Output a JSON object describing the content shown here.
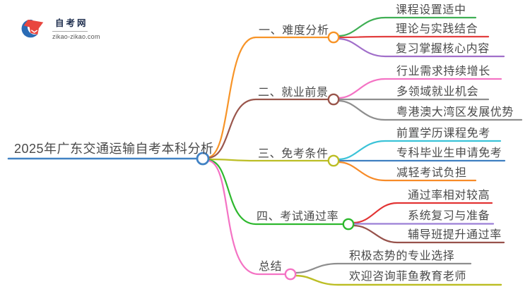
{
  "logo": {
    "title": "自考网",
    "domain": "zikao-zikao.com",
    "icon_blue": "#2a6bb5",
    "icon_red": "#e8463f"
  },
  "mindmap": {
    "root": {
      "label": "2025年广东交通运输自考本科分析",
      "color": "#4182c4"
    },
    "branches": [
      {
        "label": "一、难度分析",
        "color": "#f79428",
        "children": [
          {
            "label": "课程设置适中",
            "color": "#3faf54"
          },
          {
            "label": "理论与实践结合",
            "color": "#e23f3f"
          },
          {
            "label": "复习掌握核心内容",
            "color": "#a16fca"
          }
        ]
      },
      {
        "label": "二、就业前景",
        "color": "#9a564c",
        "children": [
          {
            "label": "行业需求持续增长",
            "color": "#f473c4"
          },
          {
            "label": "多领域就业机会",
            "color": "#8e8e8e"
          },
          {
            "label": "粤港澳大湾区发展优势",
            "color": "#8e8e8e"
          }
        ]
      },
      {
        "label": "三、免考条件",
        "color": "#bcbe25",
        "children": [
          {
            "label": "前置学历课程免考",
            "color": "#3bc3d8"
          },
          {
            "label": "专科毕业生申请免考",
            "color": "#3f7fc1"
          },
          {
            "label": "减轻考试负担",
            "color": "#f78b28"
          }
        ]
      },
      {
        "label": "四、考试通过率",
        "color": "#2eb82e",
        "children": [
          {
            "label": "通过率相对较高",
            "color": "#e23434"
          },
          {
            "label": "系统复习与准备",
            "color": "#9b7fd6"
          },
          {
            "label": "辅导班提升通过率",
            "color": "#97524b"
          }
        ]
      },
      {
        "label": "总结",
        "color": "#f473c4",
        "children": [
          {
            "label": "积极态势的专业选择",
            "color": "#8e8e8e"
          },
          {
            "label": "欢迎咨询菲鱼教育老师",
            "color": "#bcbe25"
          }
        ]
      }
    ]
  }
}
